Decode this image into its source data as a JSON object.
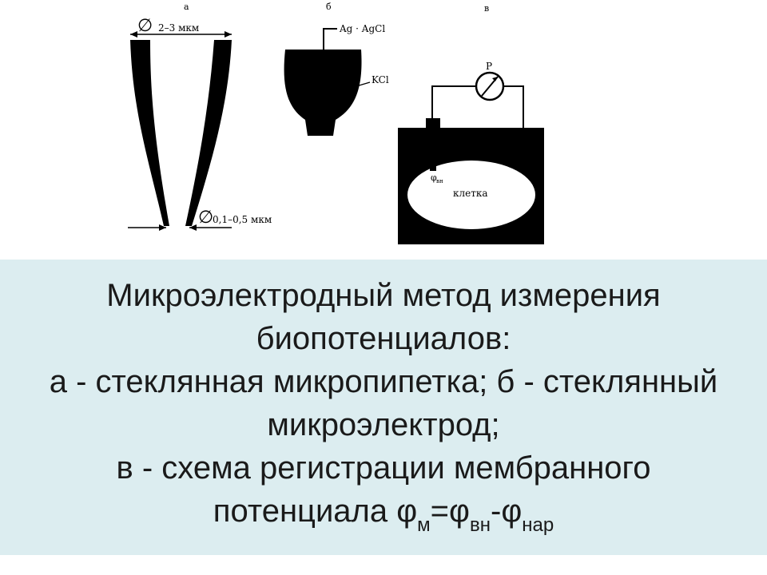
{
  "figure": {
    "panel_a": {
      "letter": "а",
      "top_diameter": "2–3 мкм",
      "tip_diameter": "0,1–0,5 мкм",
      "diameter_symbol": "∅"
    },
    "panel_b": {
      "letter": "б",
      "wire_label": "Ag · AgCl",
      "fill_label": "KCl"
    },
    "panel_v": {
      "letter": "в",
      "meter_label": "P",
      "phi_inside_label": "φ",
      "phi_inside_sub": "вн",
      "cell_label": "клетка"
    }
  },
  "caption": {
    "line1": "Микроэлектродный метод измерения биопотенциалов:",
    "line2": "а - стеклянная микропипетка; б - стеклянный микроэлектрод;",
    "line3_prefix": "в - схема регистрации мембранного потенциала ",
    "phi": "φ",
    "sub_m": "м",
    "equals": "=",
    "sub_vn": "вн",
    "minus": "-",
    "sub_nar": "нар"
  }
}
